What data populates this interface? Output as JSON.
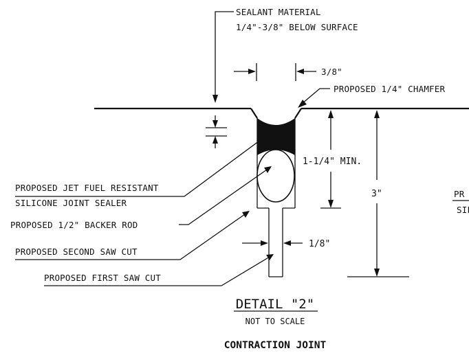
{
  "labels": {
    "sealant_line1": "SEALANT MATERIAL",
    "sealant_line2": "1/4\"-3/8\" BELOW SURFACE",
    "width_dim": "3/8\"",
    "chamfer": "PROPOSED 1/4\" CHAMFER",
    "depth_dim": "1-1/4\" MIN.",
    "total_depth": "3\"",
    "jet_fuel_line1": "PROPOSED JET FUEL RESISTANT",
    "jet_fuel_line2": "SILICONE JOINT SEALER",
    "backer_rod": "PROPOSED 1/2\" BACKER ROD",
    "second_cut": "PROPOSED SECOND SAW CUT",
    "cut_width": "1/8\"",
    "first_cut": "PROPOSED FIRST SAW CUT",
    "cropped_line1": "PR",
    "cropped_line2": "SIL"
  },
  "title": {
    "detail": "DETAIL \"2\"",
    "scale": "NOT TO SCALE",
    "name": "CONTRACTION JOINT"
  }
}
